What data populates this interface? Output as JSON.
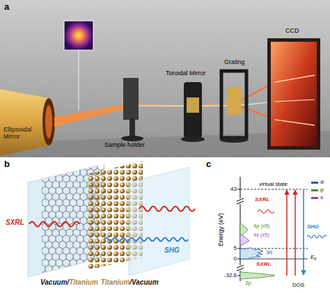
{
  "diagram": {
    "labels": [
      "a",
      "Ellipsoidal Mirror",
      "Sample holder",
      "Toroidal Mirror",
      "Grating",
      "CCD",
      "b",
      "SXRL",
      "SHG",
      "Vacuum/",
      "Titanium",
      "Titanium",
      "/Vacuum",
      "c",
      "Energy (eV)",
      "43",
      "5",
      "0",
      "-32.6",
      "virtual state",
      "SXRL",
      "SHG",
      "4p (x5)",
      "4s (x5)",
      "3d",
      "E",
      "F",
      "SXRL",
      "3p",
      "DOS"
    ],
    "legend": [
      {
        "text": "d",
        "color": "#1f5fa8"
      },
      {
        "text": "p",
        "color": "#3f8f2f"
      },
      {
        "text": "s",
        "color": "#8e44ad"
      }
    ]
  }
}
